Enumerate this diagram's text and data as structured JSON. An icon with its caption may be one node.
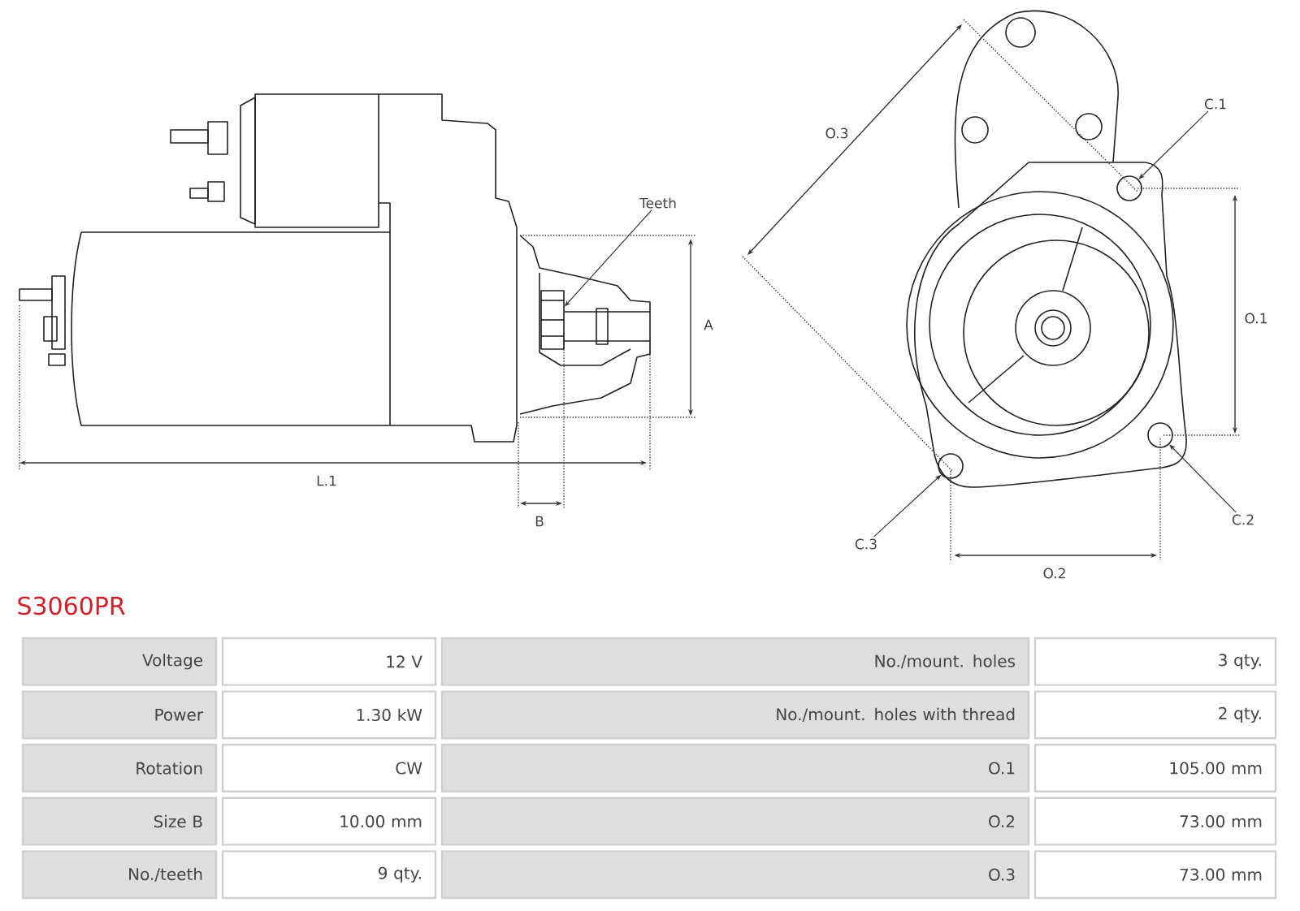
{
  "diagram": {
    "title": "S3060PR",
    "nodes": [
      {
        "text": [
          "Teeth"
        ]
      },
      {
        "text": [],
        "shape": "box"
      },
      {
        "text": [
          "C.1"
        ]
      },
      {
        "text": [],
        "shape": "circle"
      },
      {
        "text": [
          "C.2"
        ]
      },
      {
        "text": [],
        "shape": "circle"
      },
      {
        "text": [
          "C.3"
        ]
      },
      {
        "text": [],
        "shape": "circle"
      }
    ],
    "edges": [
      {
        "from": 0,
        "to": 1,
        "arrow": "to"
      },
      {
        "from": 2,
        "to": 3,
        "arrow": "to"
      },
      {
        "from": 4,
        "to": 5,
        "arrow": "to"
      },
      {
        "from": 6,
        "to": 7,
        "arrow": "to"
      }
    ],
    "labels": [
      "A",
      "L.1",
      "B",
      "O.3",
      "O.1",
      "O.2",
      "Voltage",
      "12 V",
      "No./mount. holes",
      "3 qty.",
      "Power",
      "1.30 kW",
      "No./mount. holes with thread",
      "2 qty.",
      "Rotation",
      "CW",
      "O.1",
      "105.00 mm",
      "Size B",
      "10.00 mm",
      "O.2",
      "73.00 mm",
      "No./teeth",
      "9 qty.",
      "O.3",
      "73.00 mm"
    ]
  }
}
